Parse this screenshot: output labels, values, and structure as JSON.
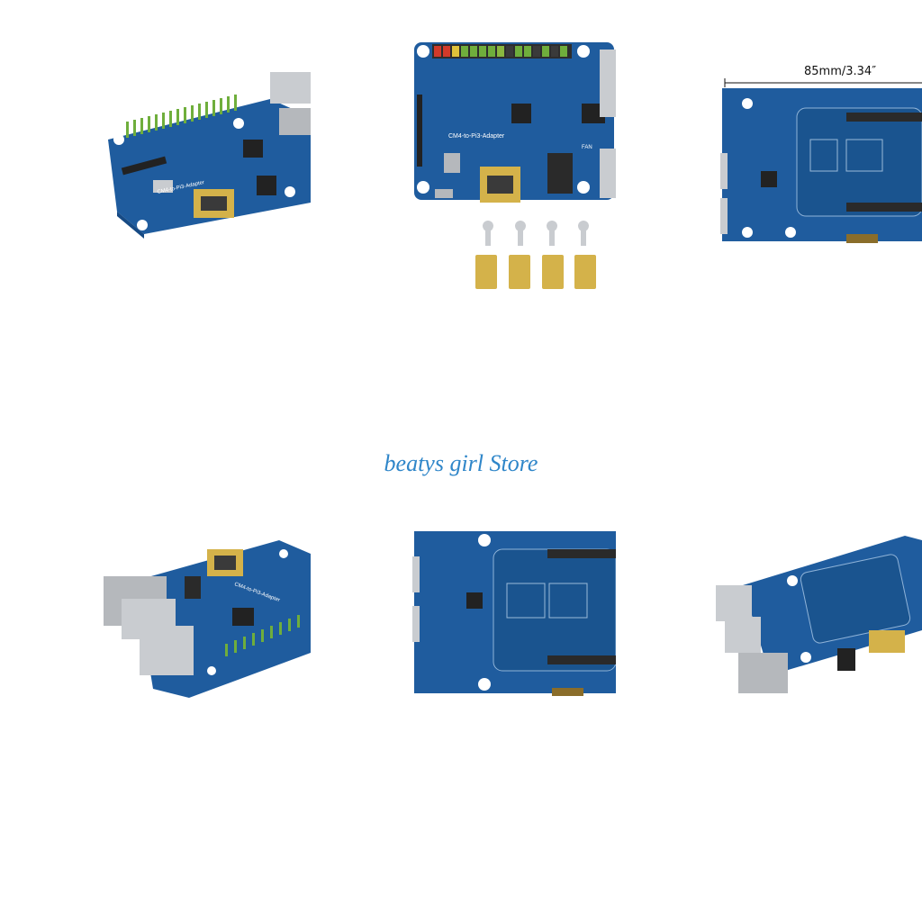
{
  "watermark": {
    "text": "beatys girl Store",
    "color": "#2f86c9"
  },
  "tiles": [
    {
      "id": "tile-1",
      "board_label": "CM4-to-Pi3-Adapter"
    },
    {
      "id": "tile-2",
      "board_label": "CM4-to-Pi3-Adapter",
      "fan_label": "FAN"
    },
    {
      "id": "tile-3",
      "dimension": "85mm/3.34″"
    },
    {
      "id": "tile-4",
      "board_label": "CM4-to-Pi3-Adapter"
    },
    {
      "id": "tile-5"
    },
    {
      "id": "tile-6"
    }
  ],
  "colors": {
    "pcb": "#1f5c9e",
    "pcb_dark": "#164a84",
    "gold": "#d4b24a",
    "silver": "#c9ccd0"
  }
}
